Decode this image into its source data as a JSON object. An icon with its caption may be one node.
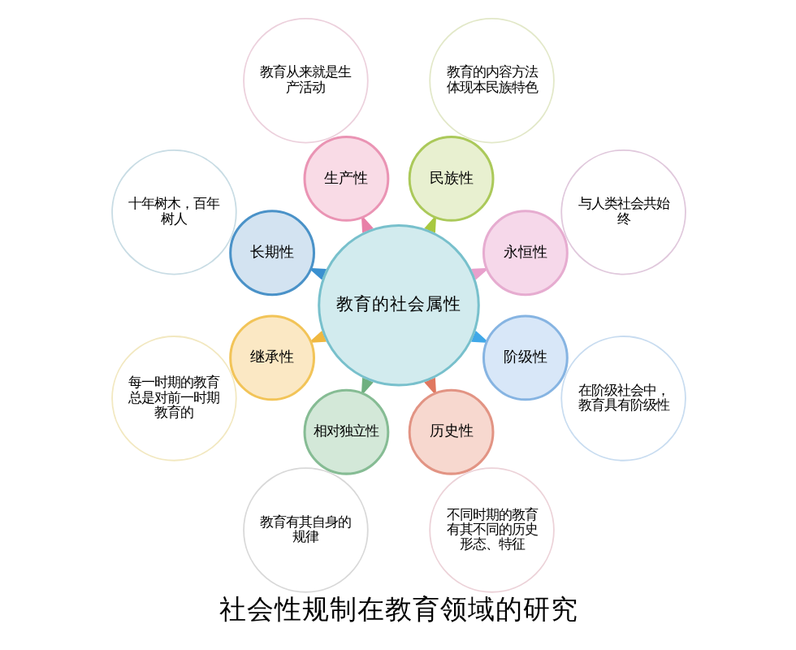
{
  "diagram": {
    "title": "社会性规制在教育领域的研究",
    "nodes": [
      {
        "text": [
          "教育的社会属性"
        ]
      },
      {
        "text": [
          "永恒性"
        ]
      },
      {
        "text": [
          "民族性"
        ]
      },
      {
        "text": [
          "生产性"
        ]
      },
      {
        "text": [
          "长期性"
        ]
      },
      {
        "text": [
          "继承性"
        ]
      },
      {
        "text": [
          "相对独立性"
        ]
      },
      {
        "text": [
          "历史性"
        ]
      },
      {
        "text": [
          "阶级性"
        ]
      },
      {
        "text": [
          "与人类社会共始终"
        ]
      },
      {
        "text": [
          "教育的内容方法体现本民族特色"
        ]
      },
      {
        "text": [
          "教育从来就是生产活动"
        ]
      },
      {
        "text": [
          "十年树木，百年树人"
        ]
      },
      {
        "text": [
          "每一时期的教育总是对前一时期教育的"
        ]
      },
      {
        "text": [
          "教育有其自身的规律"
        ]
      },
      {
        "text": [
          "不同时期的教育有其不同的历史形态、特征"
        ]
      },
      {
        "text": [
          "在阶级社会中，教育具有阶级性"
        ]
      }
    ],
    "edges": [
      {
        "from": 0,
        "to": 1,
        "arrow": "to",
        "color": "#e8a0cc"
      },
      {
        "from": 0,
        "to": 2,
        "arrow": "to",
        "color": "#a8c840"
      },
      {
        "from": 0,
        "to": 3,
        "arrow": "to",
        "color": "#e880a8"
      },
      {
        "from": 0,
        "to": 4,
        "arrow": "to",
        "color": "#3a90d0"
      },
      {
        "from": 0,
        "to": 5,
        "arrow": "to",
        "color": "#f0b840"
      },
      {
        "from": 0,
        "to": 6,
        "arrow": "to",
        "color": "#70b080"
      },
      {
        "from": 0,
        "to": 7,
        "arrow": "to",
        "color": "#e07860"
      },
      {
        "from": 0,
        "to": 8,
        "arrow": "to",
        "color": "#40a8e8"
      }
    ]
  }
}
